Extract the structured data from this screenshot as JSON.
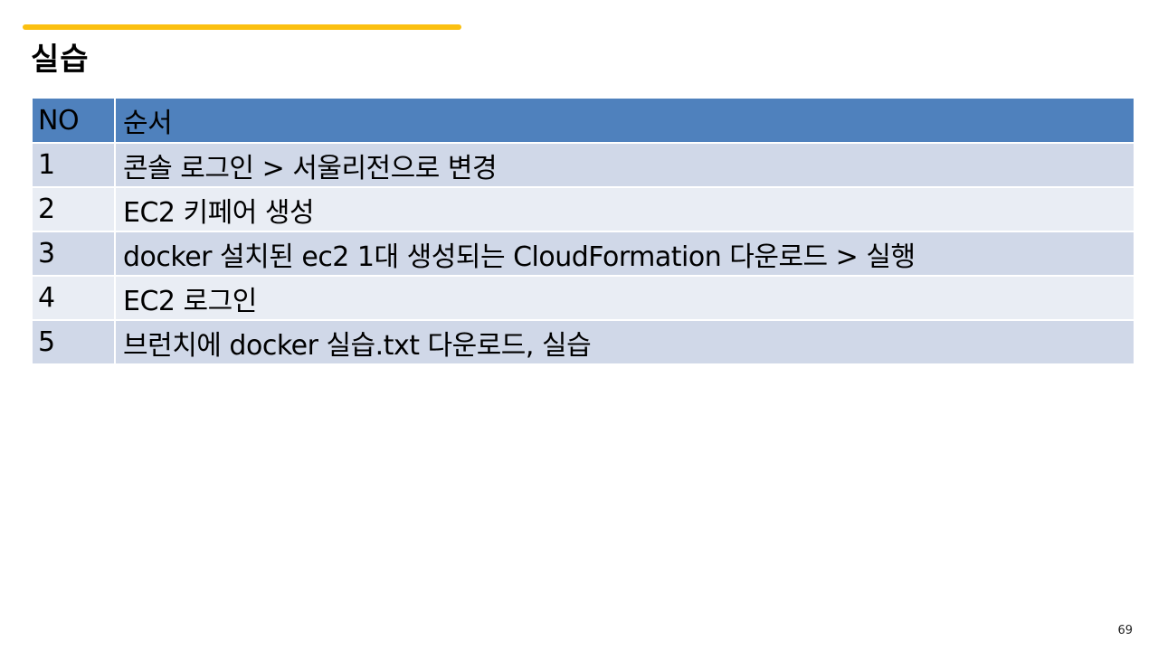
{
  "slide": {
    "title": "실습",
    "accent_color": "#fbc011",
    "page_number": "69"
  },
  "table": {
    "columns": [
      "NO",
      "순서"
    ],
    "header_color": "#4f81bd",
    "rows": [
      {
        "no": "1",
        "step": "콘솔 로그인 > 서울리전으로 변경"
      },
      {
        "no": "2",
        "step": "EC2 키페어 생성"
      },
      {
        "no": "3",
        "step": "docker 설치된 ec2 1대 생성되는 CloudFormation  다운로드 > 실행"
      },
      {
        "no": "4",
        "step": "EC2 로그인"
      },
      {
        "no": "5",
        "step": "브런치에 docker 실습.txt  다운로드, 실습"
      }
    ]
  }
}
